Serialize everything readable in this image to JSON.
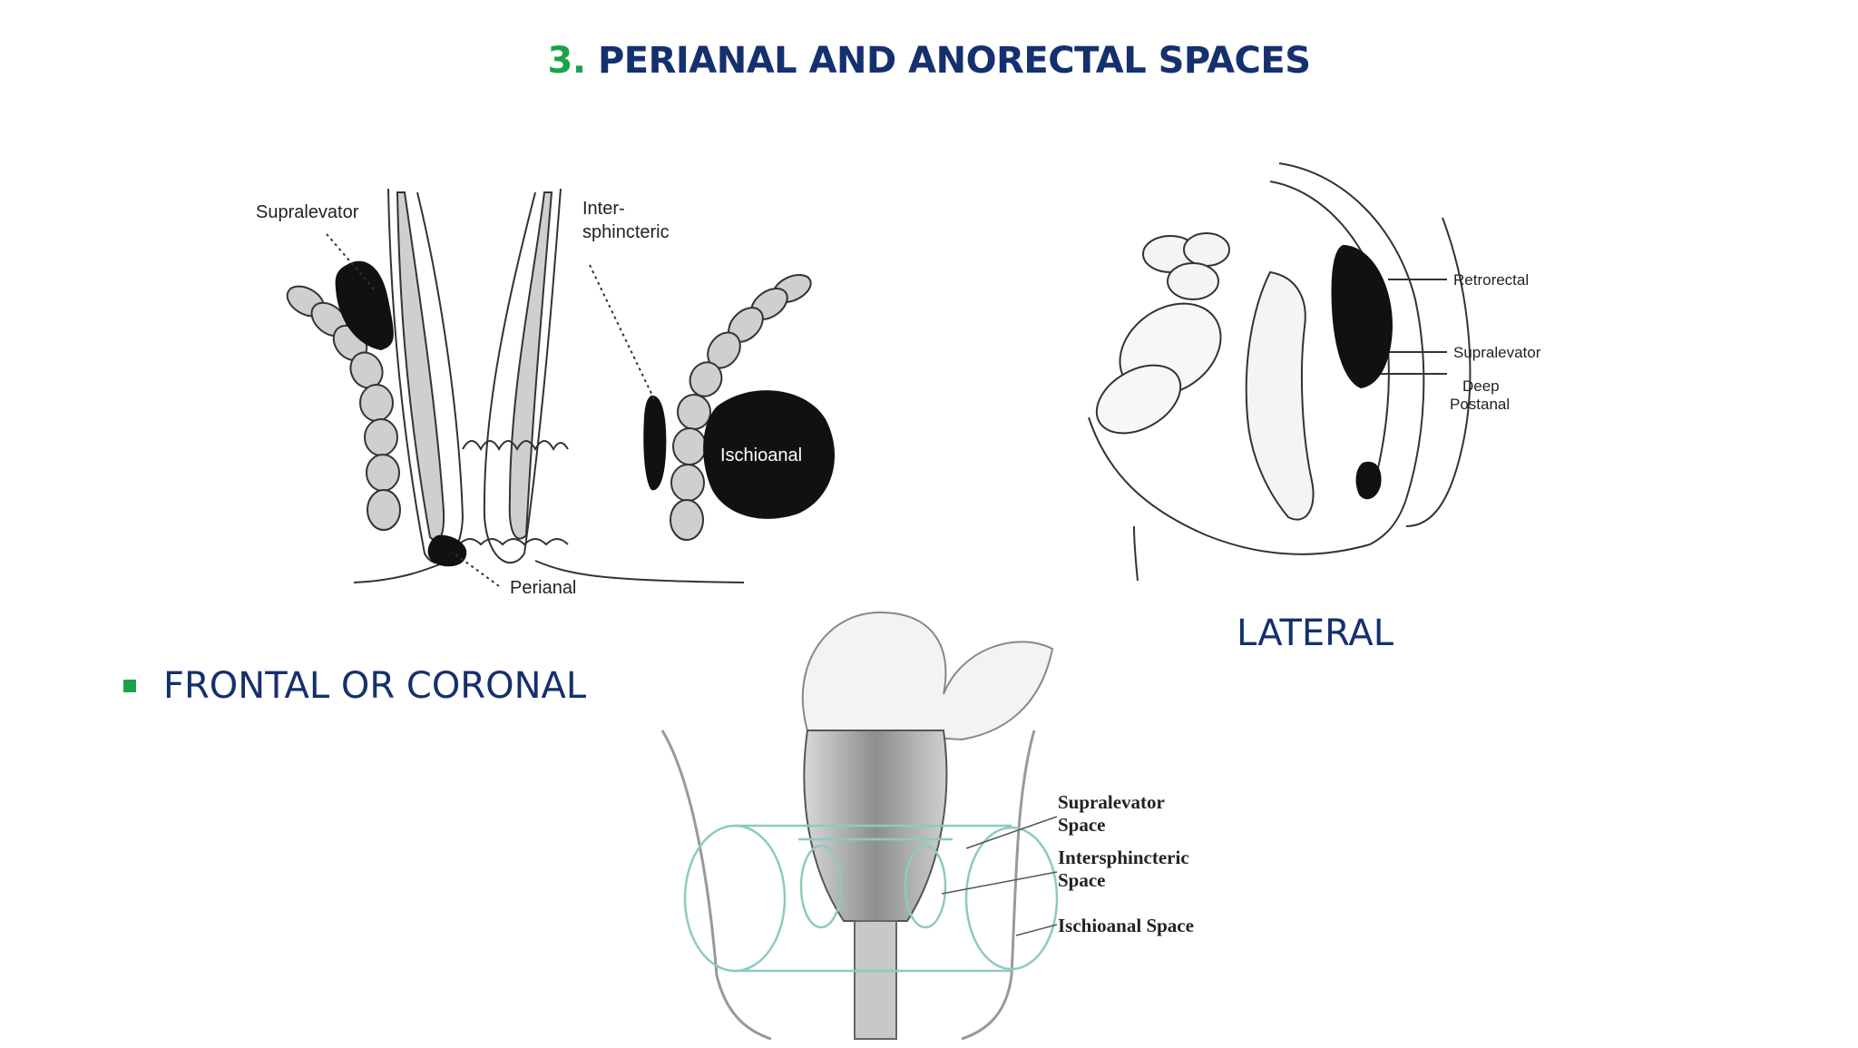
{
  "slide": {
    "title_number": "3.",
    "title_text": "PERIANAL AND ANORECTAL SPACES",
    "bullet_label": "FRONTAL OR CORONAL",
    "lateral_caption": "LATERAL"
  },
  "frontal_diagram": {
    "labels": {
      "supralevator": "Supralevator",
      "inter_line1": "Inter-",
      "inter_line2": "sphincteric",
      "ischioanal": "Ischioanal",
      "perianal": "Perianal"
    }
  },
  "lateral_diagram": {
    "labels": {
      "retrorectal": "Retrorectal",
      "supralevator": "Supralevator",
      "deep_line1": "Deep",
      "deep_line2": "Postanal"
    }
  },
  "coronal_diagram": {
    "labels": {
      "supralevator_line1": "Supralevator",
      "supralevator_line2": "Space",
      "intersphincteric_line1": "Intersphincteric",
      "intersphincteric_line2": "Space",
      "ischioanal": "Ischioanal Space"
    }
  },
  "colors": {
    "title_navy": "#15306e",
    "accent_green": "#1aa24a",
    "muscle_gray": "#cccccc",
    "space_black": "#111111",
    "outline_teal": "#8fc9c0"
  }
}
